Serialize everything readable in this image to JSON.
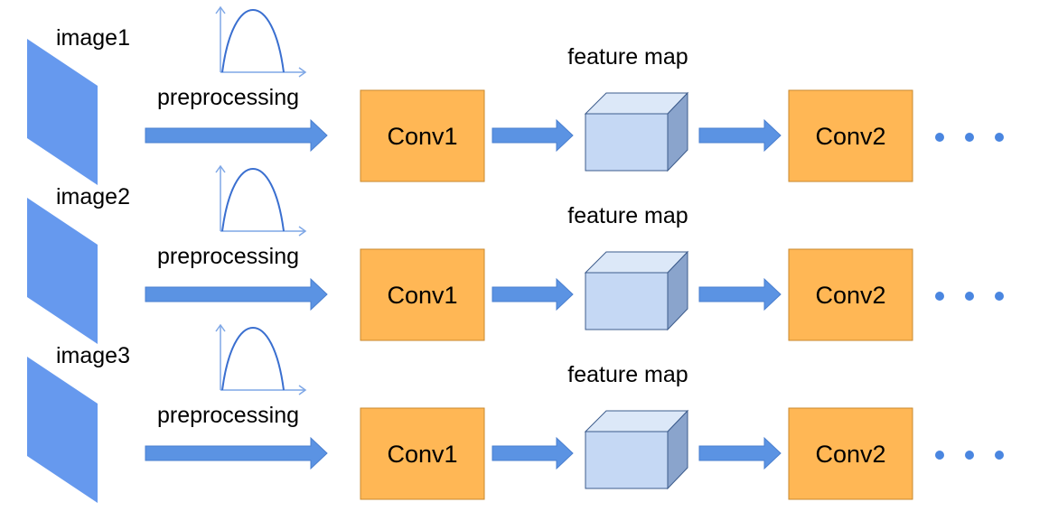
{
  "colors": {
    "image_panel": "#6699ee",
    "arrow": "#5b93e3",
    "conv_box": "#ffb755",
    "conv_border": "#c98a2e",
    "cube_front": "#c5d8f4",
    "cube_top": "#dce8f8",
    "cube_side": "#8aa4cc",
    "cube_stroke": "#3d5c8c",
    "axis": "#7fa7e6",
    "curve": "#3a6fd0",
    "dots": "#4a86e0"
  },
  "rows": [
    {
      "image_label": "image1",
      "preprocess_label": "preprocessing",
      "feature_label": "feature map",
      "conv1_label": "Conv1",
      "conv2_label": "Conv2"
    },
    {
      "image_label": "image2",
      "preprocess_label": "preprocessing",
      "feature_label": "feature map",
      "conv1_label": "Conv1",
      "conv2_label": "Conv2"
    },
    {
      "image_label": "image3",
      "preprocess_label": "preprocessing",
      "feature_label": "feature map",
      "conv1_label": "Conv1",
      "conv2_label": "Conv2"
    }
  ],
  "icons": {
    "image": "image-panel-icon",
    "curve": "distribution-curve-icon",
    "feature_map": "feature-map-cube-icon",
    "arrow": "right-arrow-icon",
    "continuation": "ellipsis-dots-icon"
  }
}
